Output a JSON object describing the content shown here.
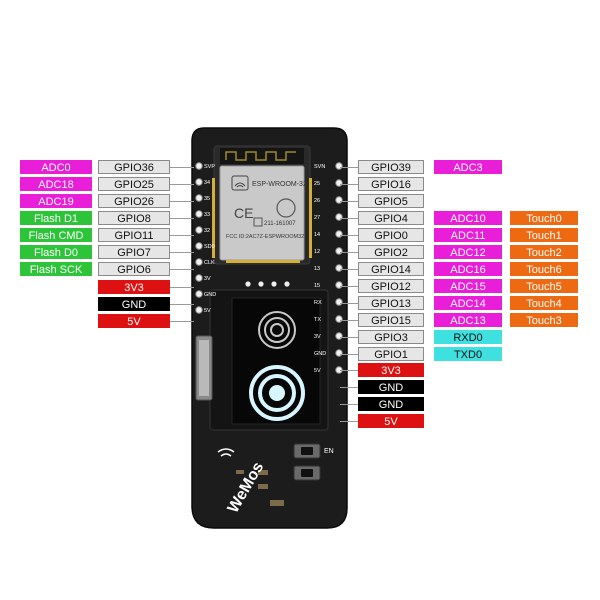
{
  "colors": {
    "gpio": "#e6e6e6",
    "adc": "#e81ed8",
    "flash": "#2ec43a",
    "touch": "#ee6a12",
    "uart": "#3ee0e0",
    "power": "#dd1111",
    "gnd": "#000000"
  },
  "board": {
    "module_name": "ESP-WROOM-32",
    "fcc_id": "FCC ID:2AC7Z-ESPWROOM32",
    "cert": "211-161007",
    "brand": "WeMos",
    "button_en": "EN",
    "pin_left": [
      "SVP",
      "34",
      "35",
      "33",
      "32",
      "SD0",
      "CLK",
      "3V",
      "GND",
      "5V"
    ],
    "pin_right": [
      "SVN",
      "25",
      "26",
      "27",
      "14",
      "12",
      "13",
      "15",
      "RX",
      "TX",
      "3V",
      "GND",
      "5V"
    ]
  },
  "left_rows": [
    {
      "gpio": "GPIO36",
      "func": "ADC0",
      "func_type": "adc"
    },
    {
      "gpio": "GPIO25",
      "func": "ADC18",
      "func_type": "adc"
    },
    {
      "gpio": "GPIO26",
      "func": "ADC19",
      "func_type": "adc"
    },
    {
      "gpio": "GPIO8",
      "func": "Flash D1",
      "func_type": "flash"
    },
    {
      "gpio": "GPIO11",
      "func": "Flash CMD",
      "func_type": "flash"
    },
    {
      "gpio": "GPIO7",
      "func": "Flash D0",
      "func_type": "flash"
    },
    {
      "gpio": "GPIO6",
      "func": "Flash SCK",
      "func_type": "flash"
    }
  ],
  "left_power": [
    "3V3",
    "GND",
    "5V"
  ],
  "right_rows": [
    {
      "gpio": "GPIO39",
      "adc": "ADC3",
      "touch": "",
      "uart": ""
    },
    {
      "gpio": "GPIO16",
      "adc": "",
      "touch": "",
      "uart": ""
    },
    {
      "gpio": "GPIO5",
      "adc": "",
      "touch": "",
      "uart": ""
    },
    {
      "gpio": "GPIO4",
      "adc": "ADC10",
      "touch": "Touch0",
      "uart": ""
    },
    {
      "gpio": "GPIO0",
      "adc": "ADC11",
      "touch": "Touch1",
      "uart": ""
    },
    {
      "gpio": "GPIO2",
      "adc": "ADC12",
      "touch": "Touch2",
      "uart": ""
    },
    {
      "gpio": "GPIO14",
      "adc": "ADC16",
      "touch": "Touch6",
      "uart": ""
    },
    {
      "gpio": "GPIO12",
      "adc": "ADC15",
      "touch": "Touch5",
      "uart": ""
    },
    {
      "gpio": "GPIO13",
      "adc": "ADC14",
      "touch": "Touch4",
      "uart": ""
    },
    {
      "gpio": "GPIO15",
      "adc": "ADC13",
      "touch": "Touch3",
      "uart": ""
    },
    {
      "gpio": "GPIO3",
      "adc": "",
      "touch": "",
      "uart": "RXD0"
    },
    {
      "gpio": "GPIO1",
      "adc": "",
      "touch": "",
      "uart": "TXD0"
    }
  ],
  "right_power": [
    "3V3",
    "GND",
    "GND",
    "5V"
  ]
}
